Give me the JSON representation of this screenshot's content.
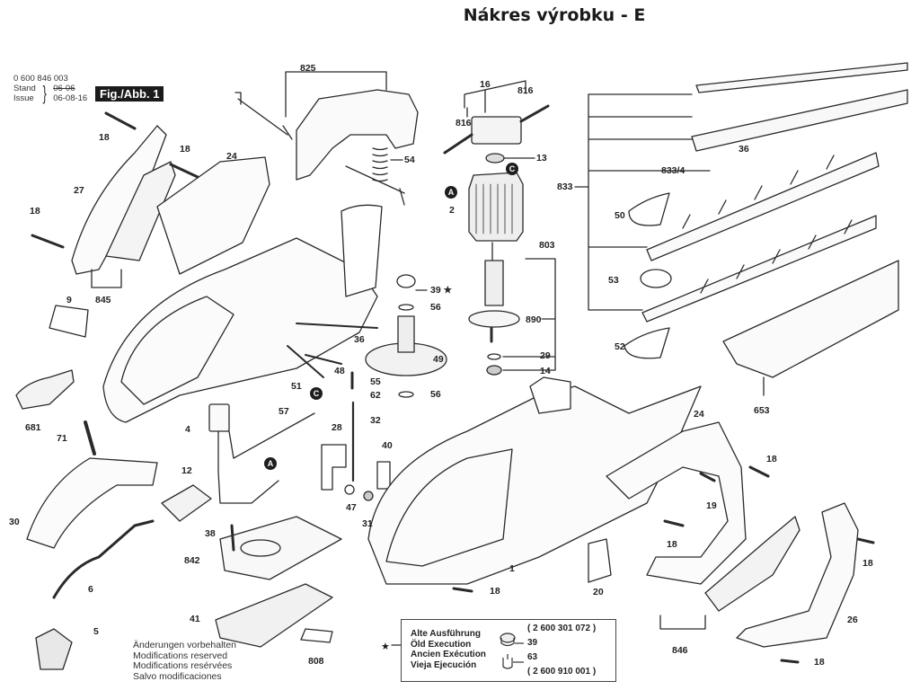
{
  "page": {
    "title": "Nákres výrobku - E"
  },
  "document_info": {
    "part_number": "0 600 846 003",
    "stand_label": "Stand",
    "issue_label": "Issue",
    "stand_value_struck": "06-06",
    "issue_value": "06-08-16",
    "figure_label": "Fig./Abb. 1"
  },
  "labels": {
    "l825": "825",
    "l16": "16",
    "l816a": "816",
    "l816b": "816",
    "l13": "13",
    "l18a": "18",
    "l18b": "18",
    "l18c": "18",
    "l18d": "18",
    "l18e": "18",
    "l18f": "18",
    "l18g": "18",
    "l18h": "18",
    "l24a": "24",
    "l24b": "24",
    "l27": "27",
    "l54": "54",
    "l2": "2",
    "l803": "803",
    "l833": "833",
    "l8334": "833/4",
    "l36a": "36",
    "l36b": "36",
    "l50": "50",
    "l53": "53",
    "l52": "52",
    "l653": "653",
    "l845": "845",
    "l9": "9",
    "l39": "39 ★",
    "l56a": "56",
    "l56b": "56",
    "l890": "890",
    "l29": "29",
    "l14": "14",
    "l49": "49",
    "l48": "48",
    "l51": "51",
    "l55": "55",
    "l62": "62",
    "l32": "32",
    "l681": "681",
    "l57": "57",
    "l4": "4",
    "l71": "71",
    "l28": "28",
    "l40": "40",
    "l12": "12",
    "l47": "47",
    "l31": "31",
    "l30": "30",
    "l38": "38",
    "l842": "842",
    "l6": "6",
    "l41": "41",
    "l5": "5",
    "l808": "808",
    "l1": "1",
    "l19": "19",
    "l20": "20",
    "l26": "26",
    "l846": "846"
  },
  "callouts": {
    "a1": "A",
    "a2": "A",
    "c1": "C",
    "c2": "C"
  },
  "notes": [
    "Änderungen vorbehalten",
    "Modifications reserved",
    "Modifications resérvées",
    "Salvo modificaciones"
  ],
  "legend": {
    "marker": "★",
    "names": [
      "Alte Ausführung",
      "Öld Execution",
      "Ancien Exécution",
      "Vieja Ejecución"
    ],
    "code_top": "( 2 600 301 072 )",
    "code_bottom": "( 2 600 910 001 )",
    "part_top": "39",
    "part_bottom": "63"
  }
}
